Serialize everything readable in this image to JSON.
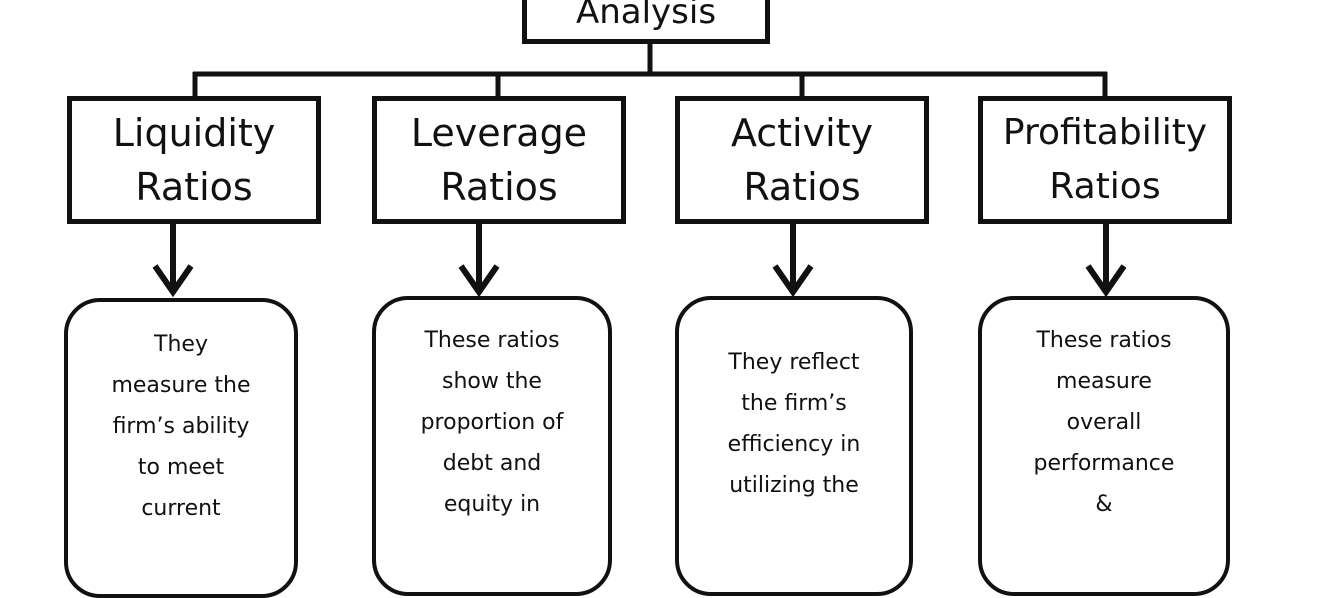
{
  "root": {
    "label": "Analysis"
  },
  "categories": [
    {
      "title_line1": "Liquidity",
      "title_line2": "Ratios",
      "description": [
        "They",
        "measure the",
        "firm’s ability",
        "to meet",
        "current"
      ]
    },
    {
      "title_line1": "Leverage",
      "title_line2": "Ratios",
      "description": [
        "These ratios",
        "show the",
        "proportion of",
        "debt and",
        "equity in"
      ]
    },
    {
      "title_line1": "Activity",
      "title_line2": "Ratios",
      "description": [
        "They reflect",
        "the firm’s",
        "efficiency in",
        "utilizing the"
      ]
    },
    {
      "title_line1": "Profitability",
      "title_line2": "Ratios",
      "description": [
        "These ratios",
        "measure",
        "overall",
        "performance",
        "&"
      ]
    }
  ]
}
